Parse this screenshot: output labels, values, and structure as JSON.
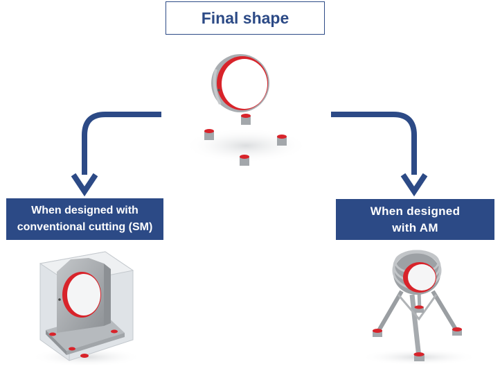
{
  "title": "Final shape",
  "left_label": {
    "line1": "When designed with",
    "line2": "conventional cutting (SM)"
  },
  "right_label": {
    "line1": "When designed",
    "line2": "with AM"
  },
  "colors": {
    "accent": "#2c4a86",
    "part_gray": "#9ea2a6",
    "part_red": "#d8232a",
    "stock_block": "#d9dde2"
  },
  "icons": {
    "final_part": "ring-with-four-bushings",
    "sm_part": "bracket-in-stock-block",
    "am_part": "lattice-ring-support"
  }
}
